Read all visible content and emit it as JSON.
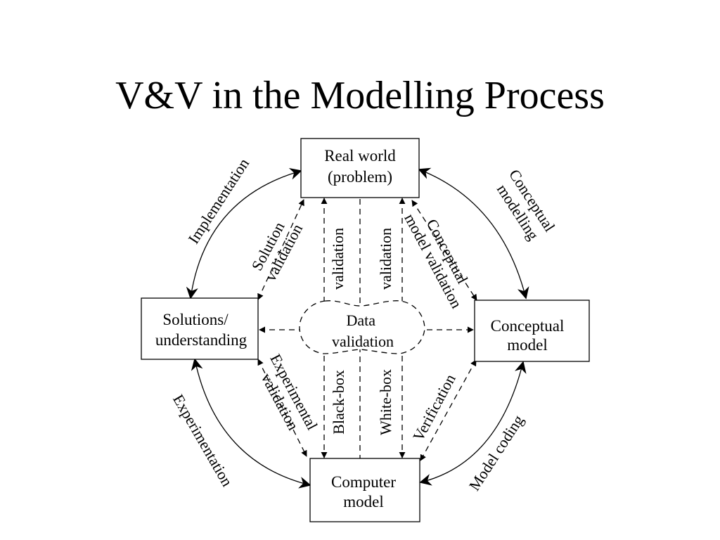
{
  "title": "V&V in the Modelling Process",
  "nodes": {
    "real_world": [
      "Real world",
      "(problem)"
    ],
    "conceptual_model": [
      "Conceptual",
      "model"
    ],
    "computer_model": [
      "Computer",
      "model"
    ],
    "solutions": [
      "Solutions/",
      "understanding"
    ]
  },
  "processes": {
    "conceptual_modelling": [
      "Conceptual",
      "modelling"
    ],
    "model_coding": "Model coding",
    "experimentation": "Experimentation",
    "implementation": "Implementation"
  },
  "validations": {
    "conceptual_model_validation": [
      "Conceptual",
      "model validation"
    ],
    "verification": "Verification",
    "experimental_validation": [
      "Experimental",
      "validation"
    ],
    "solution_validation": [
      "Solution",
      "validation"
    ],
    "black_box": "Black-box",
    "white_box": "White-box",
    "validation_left": "validation",
    "validation_right": "validation",
    "data_validation": [
      "Data",
      "validation"
    ]
  }
}
